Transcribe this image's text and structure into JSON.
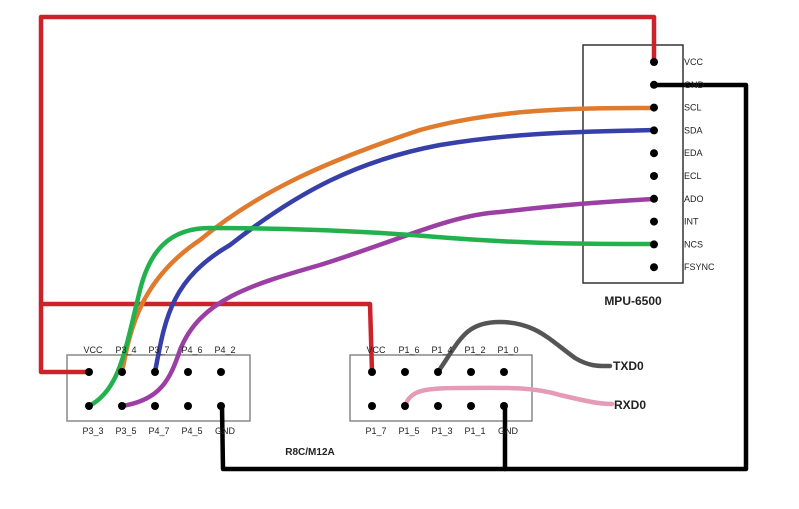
{
  "mpu": {
    "title": "MPU-6500",
    "pins": [
      "VCC",
      "GND",
      "SCL",
      "SDA",
      "EDA",
      "ECL",
      "ADO",
      "INT",
      "NCS",
      "FSYNC"
    ]
  },
  "header_left": {
    "top": [
      "VCC",
      "P3_4",
      "P3_7",
      "P4_6",
      "P4_2"
    ],
    "bottom": [
      "P3_3",
      "P3_5",
      "P4_7",
      "P4_5",
      "GND"
    ]
  },
  "header_right": {
    "top": [
      "VCC",
      "P1_6",
      "P1_4",
      "P1_2",
      "P1_0"
    ],
    "bottom": [
      "P1_7",
      "P1_5",
      "P1_3",
      "P1_1",
      "GND"
    ]
  },
  "board_label": "R8C/M12A",
  "signals": {
    "txd": "TXD0",
    "rxd": "RXD0"
  },
  "colors": {
    "vcc": "#cc2229",
    "gnd": "#000000",
    "scl": "#e07b2e",
    "sda": "#3740a8",
    "ado": "#9b3fa4",
    "ncs": "#22b14c",
    "txd": "#555555",
    "rxd": "#e59ab5"
  }
}
